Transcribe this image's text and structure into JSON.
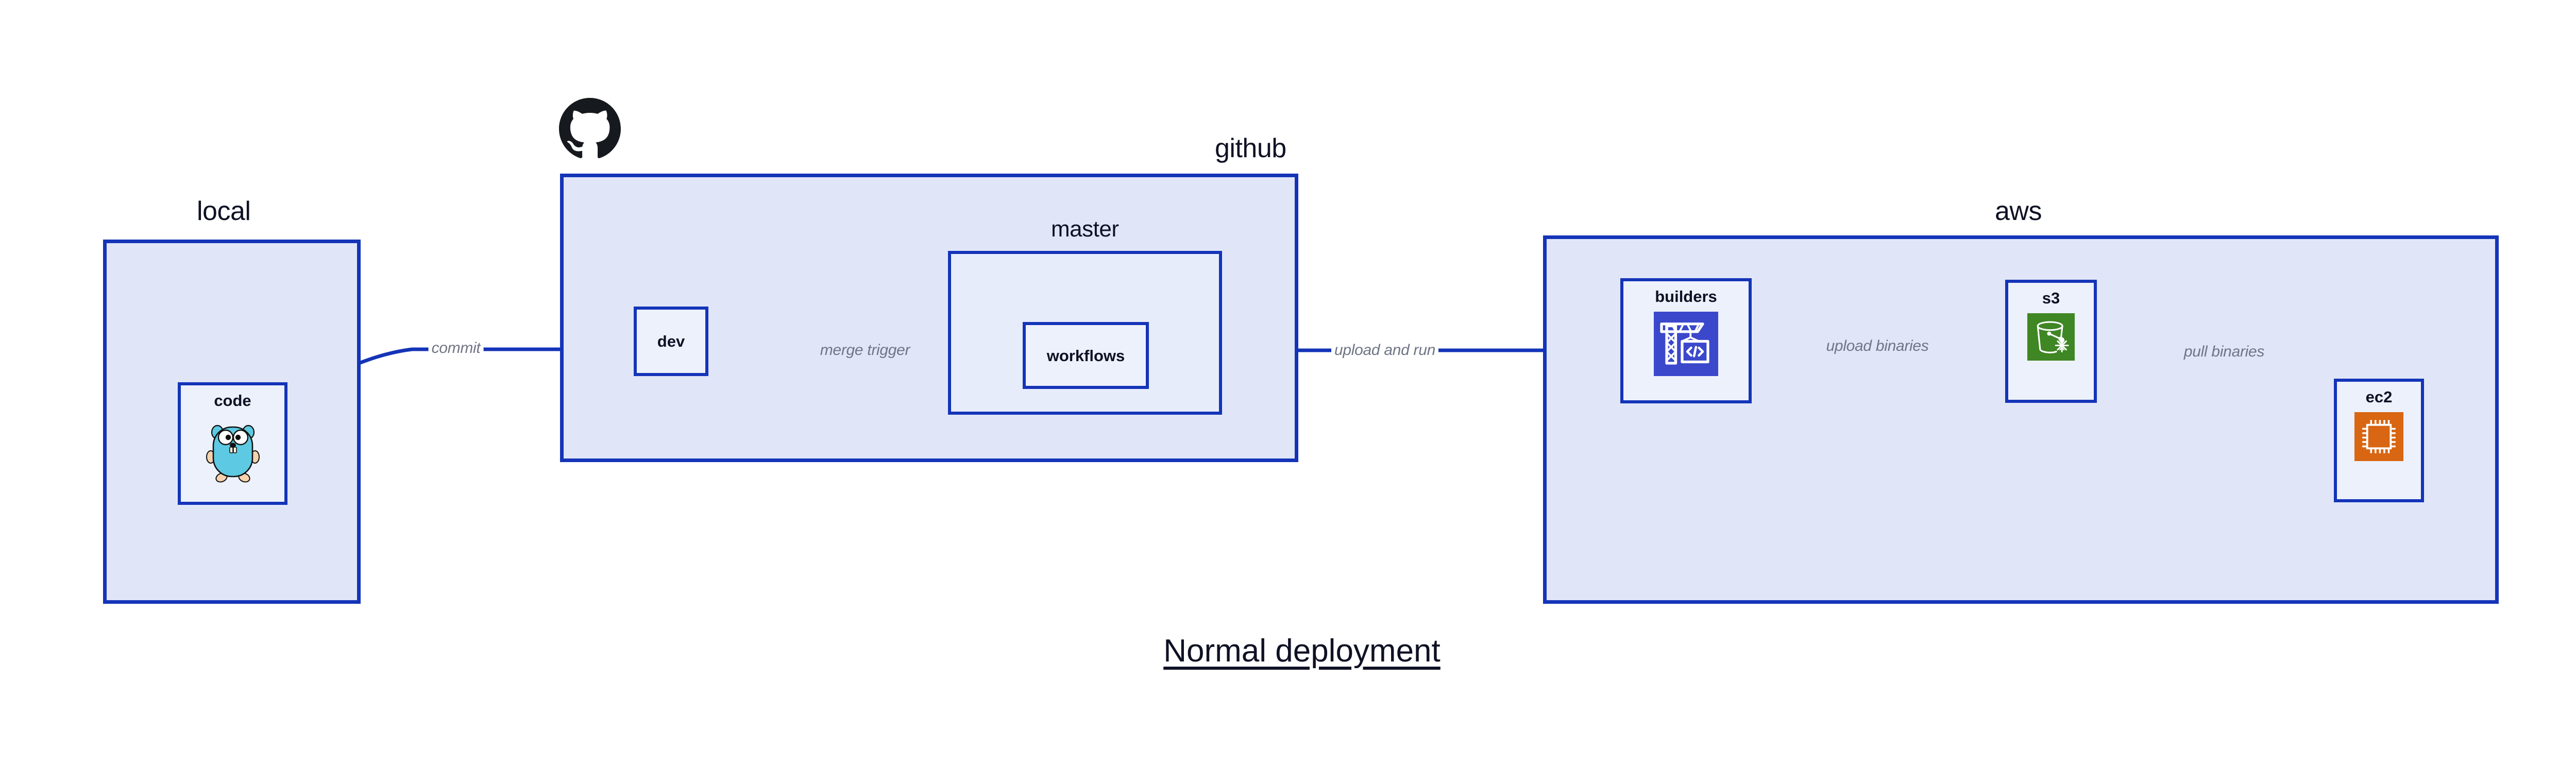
{
  "diagram": {
    "title": "Normal deployment",
    "accent_border": "#1434b8",
    "group_fill": "#e0e6f8",
    "node_fill": "#edf1fc",
    "label_color": "#6e7585",
    "text_color": "#0f1124"
  },
  "groups": [
    {
      "id": "local",
      "label": "local"
    },
    {
      "id": "github",
      "label": "github"
    },
    {
      "id": "aws",
      "label": "aws"
    }
  ],
  "subgroups": [
    {
      "id": "master",
      "label": "master"
    }
  ],
  "nodes": [
    {
      "id": "code",
      "label": "code",
      "icon": "go-gopher-icon",
      "icon_color": "#5dc9e2"
    },
    {
      "id": "dev",
      "label": "dev",
      "icon": "none",
      "icon_color": ""
    },
    {
      "id": "workflows",
      "label": "workflows",
      "icon": "none",
      "icon_color": ""
    },
    {
      "id": "builders",
      "label": "builders",
      "icon": "aws-codebuild-icon",
      "icon_color": "#3b48cc"
    },
    {
      "id": "s3",
      "label": "s3",
      "icon": "aws-s3-glacier-icon",
      "icon_color": "#3f8624"
    },
    {
      "id": "ec2",
      "label": "ec2",
      "icon": "aws-ec2-chip-icon",
      "icon_color": "#d86613"
    }
  ],
  "edges": [
    {
      "id": "commit",
      "label": "commit",
      "from": "code",
      "to": "dev"
    },
    {
      "id": "merge-trigger",
      "label": "merge trigger",
      "from": "dev",
      "to": "workflows"
    },
    {
      "id": "upload-and-run",
      "label": "upload and run",
      "from": "workflows",
      "to": "builders"
    },
    {
      "id": "upload-binaries",
      "label": "upload binaries",
      "from": "builders",
      "to": "s3"
    },
    {
      "id": "pull-binaries",
      "label": "pull binaries",
      "from": "s3",
      "to": "ec2"
    }
  ],
  "logos": [
    {
      "id": "github-octocat",
      "name": "github-octocat-logo",
      "color": "#16191d"
    }
  ]
}
